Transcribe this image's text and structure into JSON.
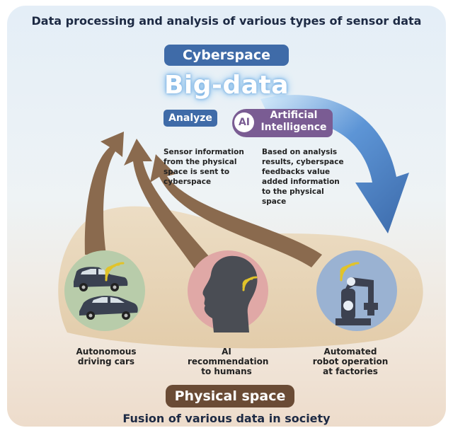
{
  "header": {
    "title": "Data processing and analysis of various types of sensor data"
  },
  "cyberspace": {
    "label": "Cyberspace",
    "big_data": "Big-data",
    "analyze": "Analyze",
    "ai_badge": "AI",
    "ai_label": "Artificial\nIntelligence"
  },
  "descriptions": {
    "upload": "Sensor information from the physical space is sent to cyberspace",
    "feedback": "Based on analysis results, cyberspace feedbacks value added information to the physical space"
  },
  "physical": {
    "items": [
      {
        "label": "Autonomous\ndriving cars",
        "icon": "car-icon"
      },
      {
        "label": "AI\nrecommendation\nto humans",
        "icon": "human-head-icon"
      },
      {
        "label": "Automated\nrobot operation\nat factories",
        "icon": "robot-arm-icon"
      }
    ],
    "label": "Physical space"
  },
  "footer": {
    "title": "Fusion of various data in society"
  },
  "colors": {
    "cyber_blue": "#3f6ba8",
    "ai_purple": "#7a5c93",
    "arrow_brown": "#8a6a4e",
    "physical_brown": "#6a4b35",
    "green_circle": "#b8ccaa",
    "pink_circle": "#e0a8a6",
    "blue_circle": "#9ab2d2",
    "wifi_yellow": "#e1c32a"
  }
}
